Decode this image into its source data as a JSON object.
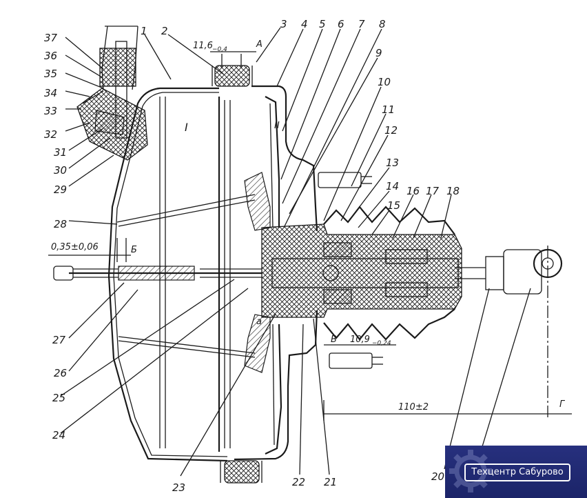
{
  "callouts": [
    "1",
    "2",
    "3",
    "4",
    "5",
    "6",
    "7",
    "8",
    "9",
    "10",
    "11",
    "12",
    "13",
    "14",
    "15",
    "16",
    "17",
    "18",
    "20",
    "21",
    "22",
    "23",
    "24",
    "25",
    "26",
    "27",
    "28",
    "29",
    "30",
    "31",
    "32",
    "33",
    "34",
    "35",
    "36",
    "37"
  ],
  "dimensions": {
    "top_gap": "11,6",
    "top_gap_tol": "−0,4",
    "left_gap": "0,35±0,06",
    "valve_gap": "10,9",
    "valve_gap_tol": "−0,24",
    "rod_length": "110±2"
  },
  "section_marks": {
    "a_view": "А",
    "b_view": "Б",
    "v_view": "В",
    "g_view": "Г",
    "chamber_1": "I",
    "chamber_2": "II",
    "point_a": "а"
  },
  "watermark": {
    "text": "Техцентр Сабурово",
    "bg_color": "#27307e"
  }
}
